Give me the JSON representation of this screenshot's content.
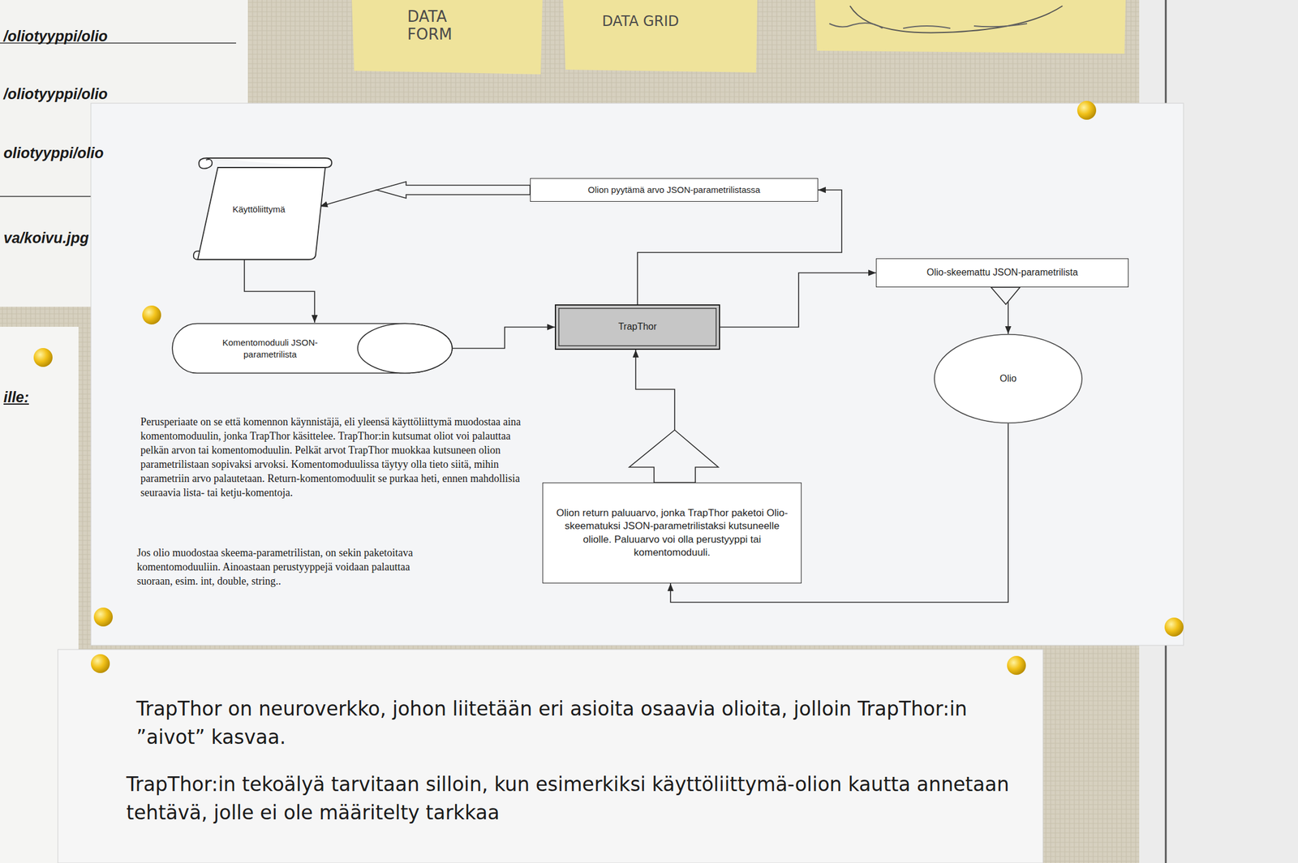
{
  "diagram": {
    "nodes": [
      {
        "text": [
          "Käyttöliittymä"
        ]
      },
      {
        "text": [
          "Olion pyytämä arvo JSON-parametrilistassa"
        ]
      },
      {
        "text": [
          "Olio-skeemattu JSON-parametrilista"
        ]
      },
      {
        "text": [
          "Komentomoduuli JSON-parametrilista"
        ]
      },
      {
        "text": [
          "TrapThor"
        ]
      },
      {
        "text": [
          "Olio"
        ]
      },
      {
        "text": [
          "Olion return paluuarvo, jonka TrapThor paketoi Olio-skeematuksi JSON-parametrilistaksi kutsuneelle oliolle. Paluuarvo voi olla perustyyppi tai komentomoduuli."
        ]
      }
    ],
    "edges": [
      {
        "from": 0,
        "to": 3,
        "arrow": "to"
      },
      {
        "from": 3,
        "to": 4,
        "arrow": "to"
      },
      {
        "from": 4,
        "to": 2,
        "arrow": "to"
      },
      {
        "from": 2,
        "to": 5,
        "arrow": "to"
      },
      {
        "from": 5,
        "to": 6,
        "arrow": "to"
      },
      {
        "from": 6,
        "to": 4,
        "arrow": "to"
      },
      {
        "from": 4,
        "to": 1,
        "arrow": "to"
      },
      {
        "from": 1,
        "to": 0,
        "arrow": "to"
      }
    ],
    "labels": [
      "/oliotyyppi/olio",
      "/oliotyyppi/olio",
      "oliotyyppi/olio",
      "va/koivu.jpg",
      "ille:",
      "DATA FORM",
      "DATA GRID",
      "Perusperiaate on se että komennon käynnistäjä, eli yleensä käyttöliittymä muodostaa aina komentomoduulin, jonka TrapThor käsittelee. TrapThor:in kutsumat oliot voi palauttaa pelkän arvon tai komentomoduulin. Pelkät arvot TrapThor muokkaa kutsuneen olion parametrilistaan sopivaksi arvoksi. Komentomoduulissa täytyy olla tieto siitä, mihin parametriin arvo palautetaan. Return-komentomoduulit se purkaa heti, ennen mahdollisia seuraavia lista- tai ketju-komentoja.",
      "Jos olio muodostaa skeema-parametrilistan, on sekin paketoitava komentomoduuliin. Ainoastaan perustyyppejä voidaan palauttaa suoraan, esim. int, double, string..",
      "TrapThor on neuroverkko, johon liitetään eri asioita osaavia olioita, jolloin TrapThor:in ”aivot” kasvaa.",
      "TrapThor:in tekoälyä tarvitaan silloin, kun esimerkiksi käyttöliittymä-olion kautta annetaan tehtävä, jolle ei ole määritelty tarkkaa"
    ]
  }
}
